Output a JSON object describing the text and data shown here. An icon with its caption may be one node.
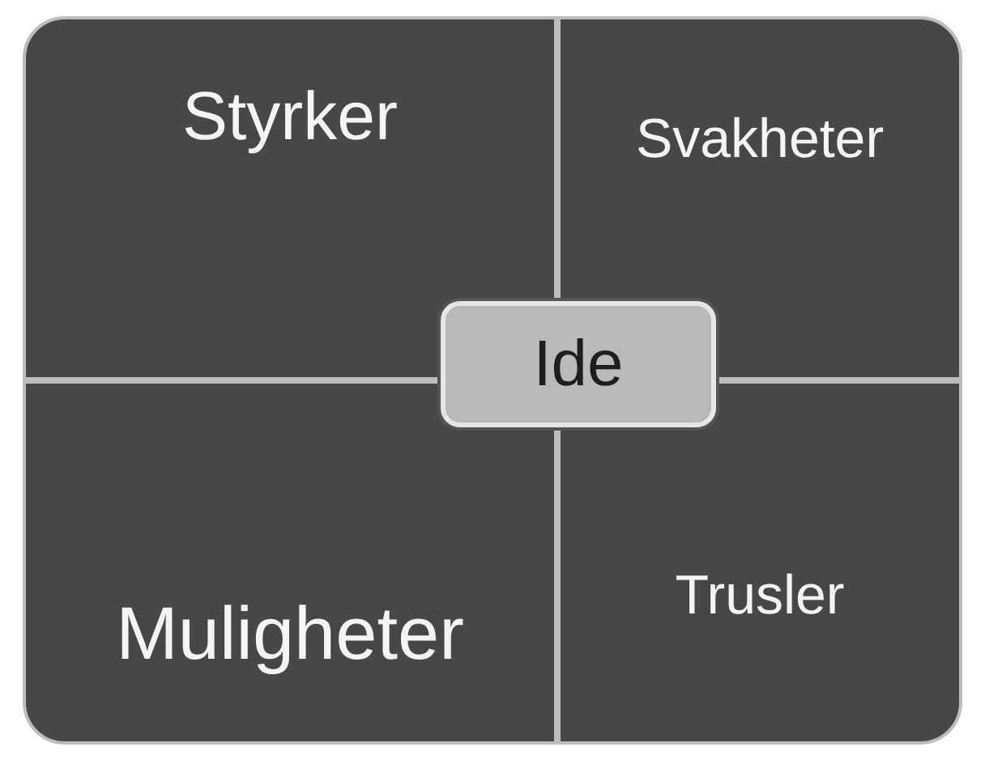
{
  "diagram": {
    "nodes": [
      {
        "text": [
          "Styrker"
        ]
      },
      {
        "text": [
          "Svakheter"
        ]
      },
      {
        "text": [
          "Muligheter"
        ]
      },
      {
        "text": [
          "Trusler"
        ]
      },
      {
        "text": [
          "Ide"
        ]
      }
    ]
  }
}
